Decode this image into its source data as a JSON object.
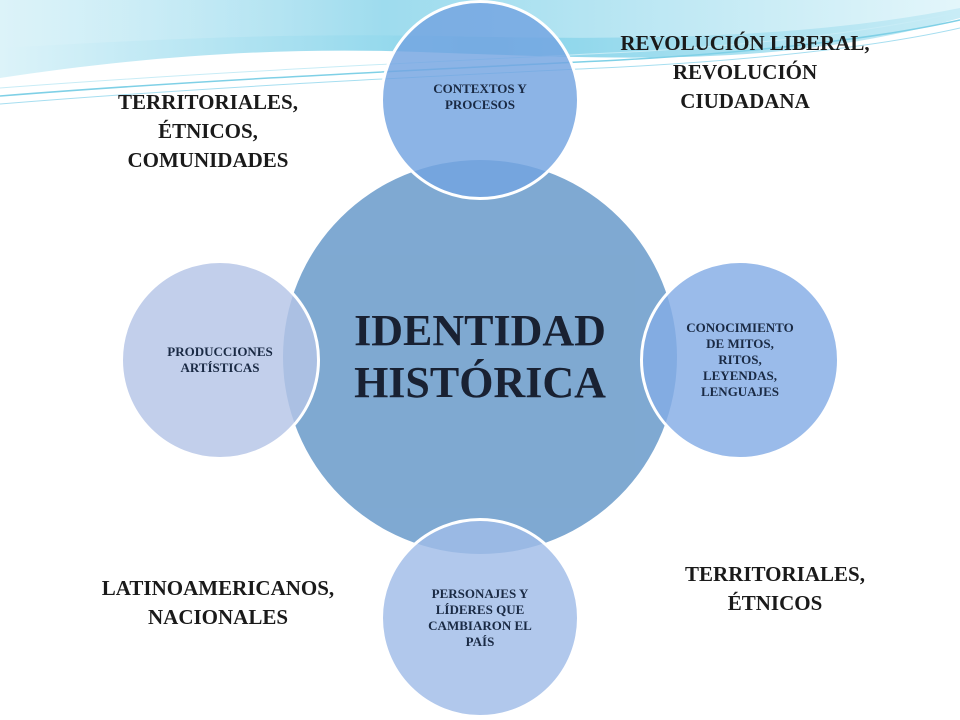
{
  "diagram": {
    "center": "IDENTIDAD\nHISTÓRICA",
    "nodes": {
      "top": "CONTEXTOS Y\nPROCESOS",
      "right": "CONOCIMIENTO\nDE MITOS,\nRITOS,\nLEYENDAS,\nLENGUAJES",
      "bottom": "PERSONAJES Y\nLÍDERES QUE\nCAMBIARON EL\nPAÍS",
      "left": "PRODUCCIONES\nARTÍSTICAS"
    },
    "annotations": {
      "top_left": "TERRITORIALES,\nÉTNICOS,\nCOMUNIDADES",
      "top_right": "REVOLUCIÓN LIBERAL,\nREVOLUCIÓN\nCIUDADANA",
      "bottom_left": "LATINOAMERICANOS,\nNACIONALES",
      "bottom_right": "TERRITORIALES,\nÉTNICOS"
    }
  },
  "colors": {
    "center": "#7aa6d0",
    "top": "#73a4e1",
    "right": "#84ace5",
    "bottom": "#a0bce8",
    "left": "#b4c4e6",
    "wave": "#5fc3e0"
  }
}
